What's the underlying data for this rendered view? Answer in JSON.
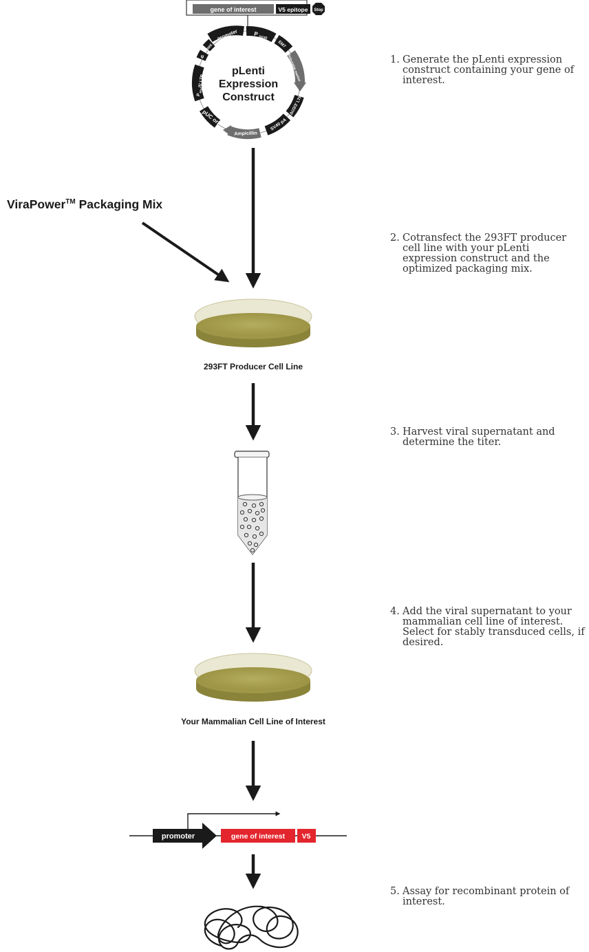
{
  "plasmid": {
    "title_line1": "pLenti",
    "title_line2": "Expression",
    "title_line3": "Construct",
    "insert_gene": "gene of interest",
    "insert_tag": "V5 epitope",
    "insert_stop": "Stop",
    "segments": [
      "promoter",
      "P",
      "SV40",
      "EM7",
      "Selectable marker",
      "ΔU3/3' LTR",
      "SV40 pA",
      "Ampicillin",
      "pUC ori",
      "P",
      "RSV",
      "/5' LTR",
      "ψ",
      "RRE"
    ]
  },
  "packaging_mix": {
    "name": "ViraPower",
    "tm": "TM",
    "suffix": " Packaging Mix"
  },
  "labels": {
    "producer": "293FT Producer Cell Line",
    "target": "Your Mammalian Cell Line of Interest"
  },
  "expression_cassette": {
    "promoter": "promoter",
    "gene": "gene of interest",
    "tag": "V5"
  },
  "steps": [
    {
      "num": "1.",
      "text": "Generate the pLenti expression construct containing your gene of interest."
    },
    {
      "num": "2.",
      "text": "Cotransfect the 293FT producer cell line with your pLenti expression construct and the optimized packaging mix."
    },
    {
      "num": "3.",
      "text": "Harvest viral supernatant and determine the titer."
    },
    {
      "num": "4.",
      "text": "Add the viral supernatant to your mammalian cell line of interest. Select for stably transduced cells, if desired."
    },
    {
      "num": "5.",
      "text": "Assay for recombinant protein of interest."
    }
  ],
  "colors": {
    "dish": "#a8a050",
    "dish_rim": "#d7d4a7",
    "red": "#e3262d",
    "black": "#1a1a1a",
    "gray": "#6e6e6e"
  }
}
